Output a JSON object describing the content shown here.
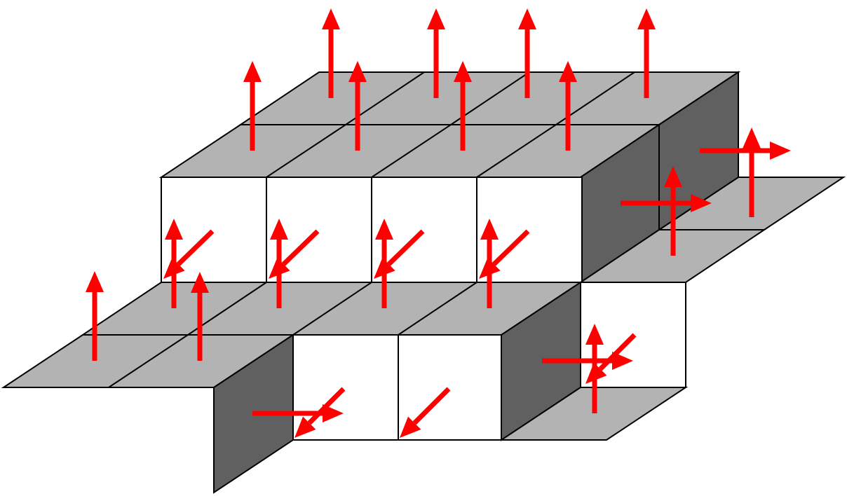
{
  "figure": {
    "description_visible_text": "",
    "colors": {
      "top_face": "#b3b3b3",
      "front_face": "#ffffff",
      "side_face": "#606060",
      "edge": "#000000",
      "normal_vector": "#ff0000"
    },
    "face_types": [
      "top-face",
      "front-face",
      "side-face"
    ],
    "arrow_directions": [
      "up",
      "right",
      "toward-viewer"
    ]
  }
}
